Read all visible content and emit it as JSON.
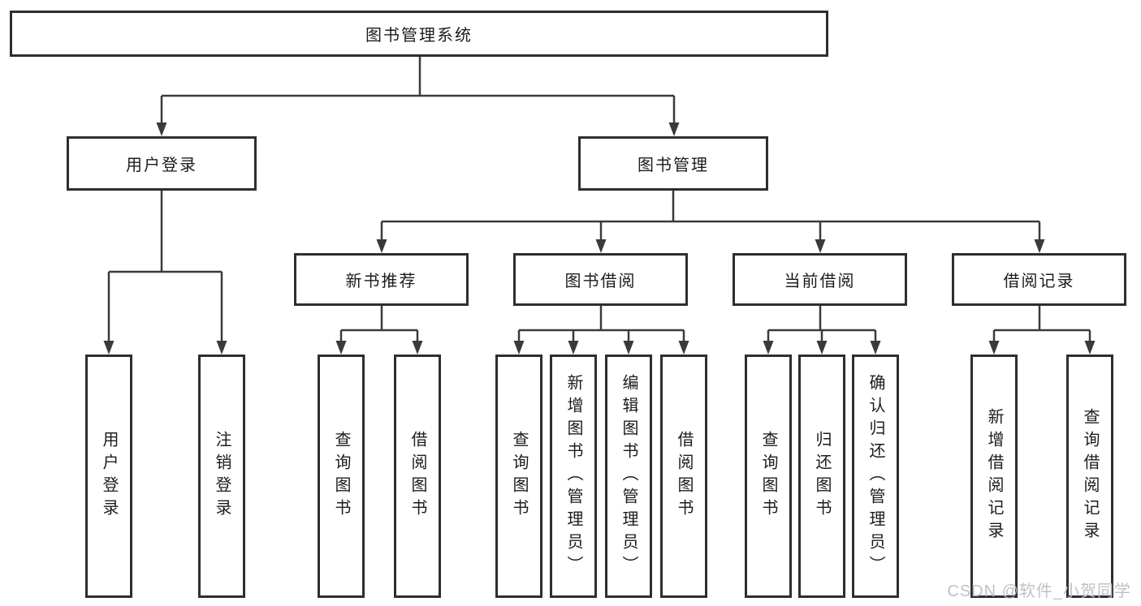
{
  "diagram": {
    "type": "hierarchy",
    "colors": {
      "box_border": "#2e2e2e",
      "connector": "#3a3a3a",
      "text": "#1c1c1c",
      "background": "#ffffff",
      "watermark_text": "#babec4"
    },
    "watermark": "CSDN @软件_小贺同学",
    "tree": {
      "label": "图书管理系统",
      "children": [
        {
          "label": "用户登录",
          "children": [
            {
              "label": "用户登录"
            },
            {
              "label": "注销登录"
            }
          ]
        },
        {
          "label": "图书管理",
          "children": [
            {
              "label": "新书推荐",
              "children": [
                {
                  "label": "查询图书"
                },
                {
                  "label": "借阅图书"
                }
              ]
            },
            {
              "label": "图书借阅",
              "children": [
                {
                  "label": "查询图书"
                },
                {
                  "label": "新增图书（管理员）"
                },
                {
                  "label": "编辑图书（管理员）"
                },
                {
                  "label": "借阅图书"
                }
              ]
            },
            {
              "label": "当前借阅",
              "children": [
                {
                  "label": "查询图书"
                },
                {
                  "label": "归还图书"
                },
                {
                  "label": "确认归还（管理员）"
                }
              ]
            },
            {
              "label": "借阅记录",
              "children": [
                {
                  "label": "新增借阅记录"
                },
                {
                  "label": "查询借阅记录"
                }
              ]
            }
          ]
        }
      ]
    }
  }
}
